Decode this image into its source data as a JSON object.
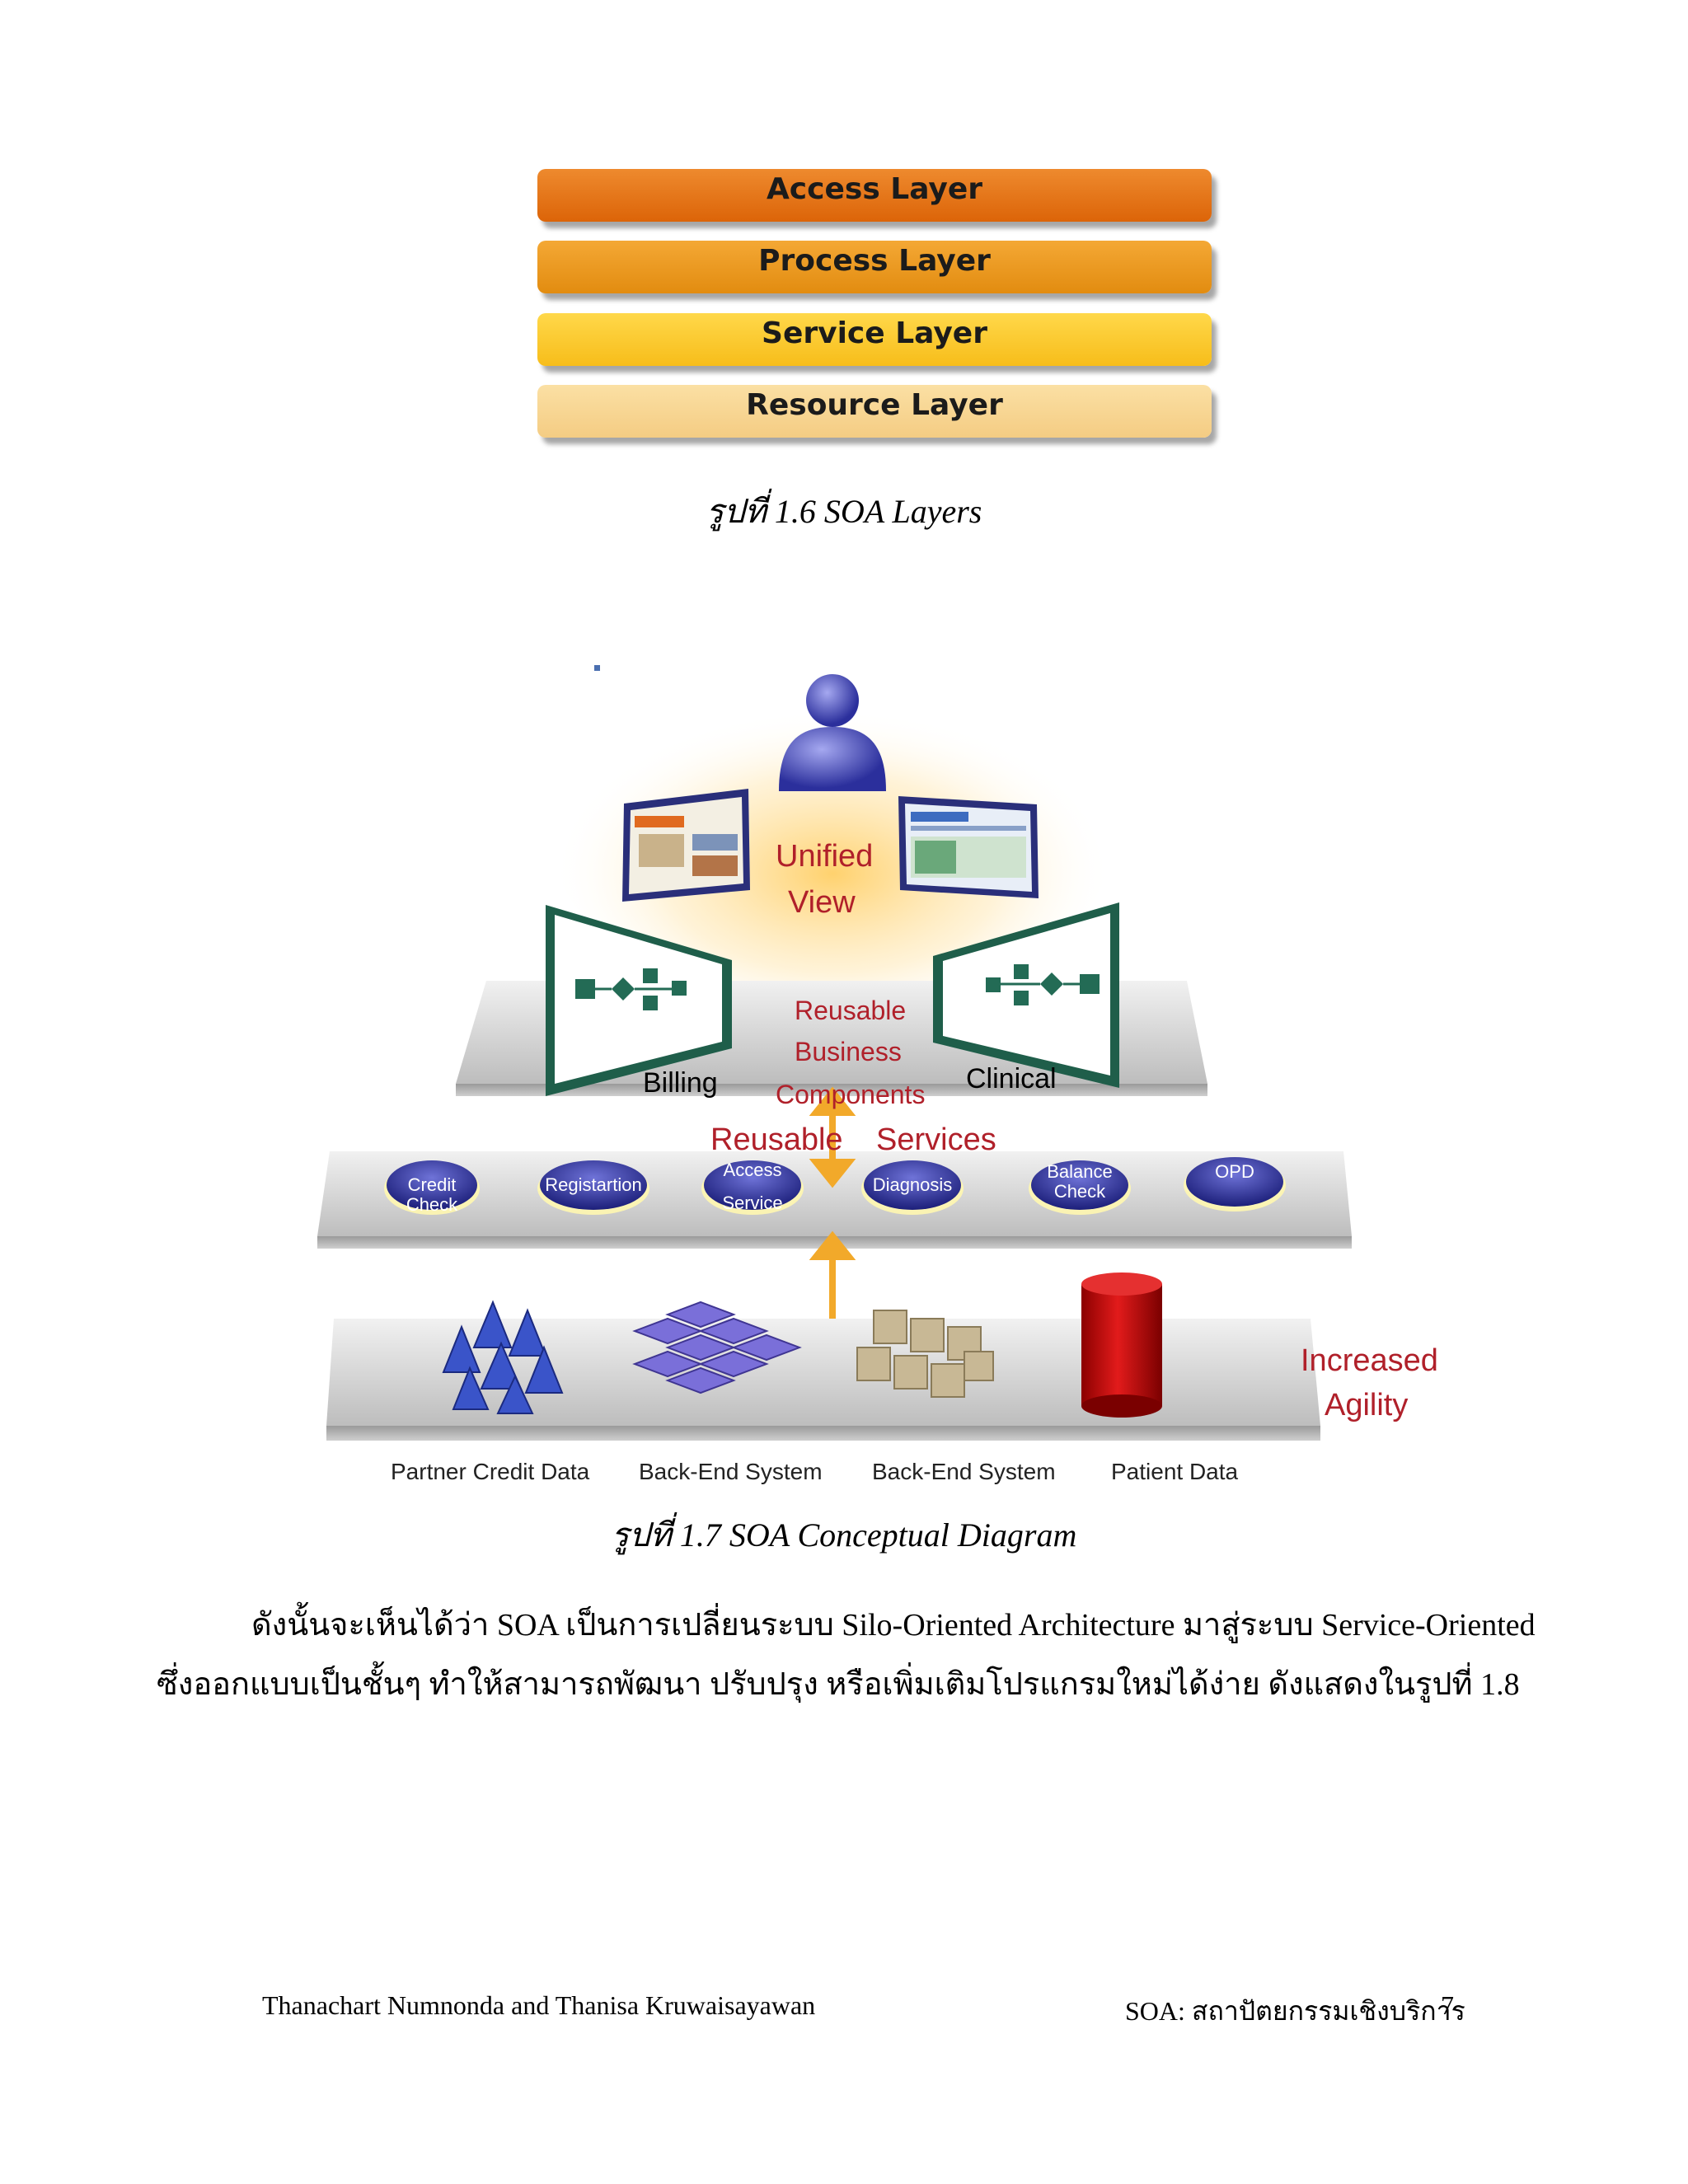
{
  "figure_1_6": {
    "layers": [
      "Access Layer",
      "Process Layer",
      "Service Layer",
      "Resource Layer"
    ],
    "caption": "รูปที่ 1.6 SOA Layers"
  },
  "figure_1_7": {
    "unified_view": [
      "Unified",
      "View"
    ],
    "reusable_business_components": [
      "Reusable",
      "Business",
      "Components"
    ],
    "apps": {
      "left": "Billing",
      "right": "Clinical"
    },
    "reusable_services": {
      "left": "Reusable",
      "right": "Services"
    },
    "services": [
      {
        "line1": "Credit",
        "line2": "Check"
      },
      {
        "line1": "Registartion",
        "line2": ""
      },
      {
        "line1": "Access",
        "line2": "Service"
      },
      {
        "line1": "Diagnosis",
        "line2": ""
      },
      {
        "line1": "Balance",
        "line2": "Check"
      },
      {
        "line1": "OPD",
        "line2": ""
      }
    ],
    "increased_agility": [
      "Increased",
      "Agility"
    ],
    "resources": [
      "Partner Credit Data",
      "Back-End System",
      "Back-End System",
      "Patient Data"
    ],
    "caption": "รูปที่ 1.7 SOA Conceptual Diagram"
  },
  "body": {
    "line1": "ดังนั้นจะเห็นได้ว่า SOA เป็นการเปลี่ยนระบบ Silo-Oriented Architecture มาสู่ระบบ Service-Oriented",
    "line2": "ซึ่งออกแบบเป็นชั้นๆ ทำให้สามารถพัฒนา ปรับปรุง หรือเพิ่มเติมโปรแกรมใหม่ได้ง่าย ดังแสดงในรูปที่ 1.8"
  },
  "footer": {
    "authors": "Thanachart Numnonda and Thanisa Kruwaisayawan",
    "title": "SOA: สถาปัตยกรรมเชิงบริการ",
    "page": "7"
  }
}
